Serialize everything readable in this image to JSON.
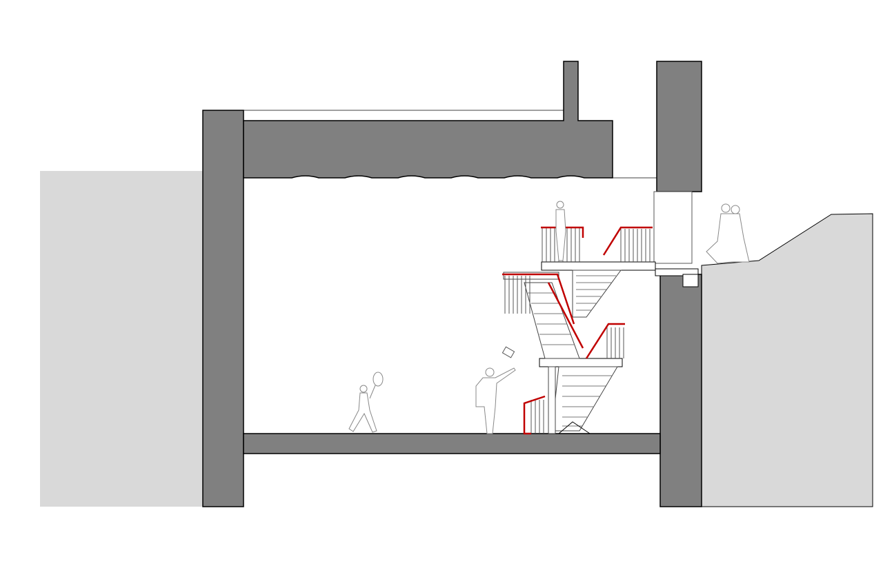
{
  "colors": {
    "background": "#ffffff",
    "ground": "#d9d9d9",
    "structure": "#808080",
    "outline": "#000000",
    "handrail": "#c00000",
    "stair_lines": "#555555"
  },
  "icons": [
    "section-drawing",
    "staircase",
    "person-figure"
  ]
}
